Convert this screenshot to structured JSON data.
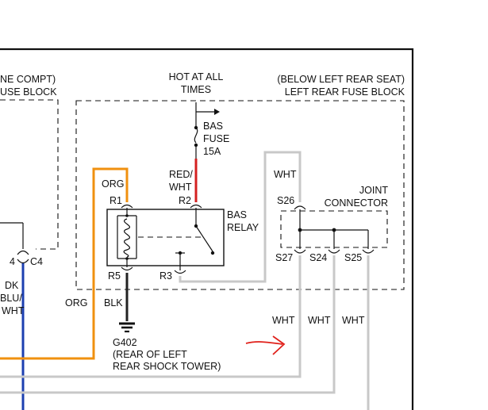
{
  "left_block": {
    "line1": "NE COMPT)",
    "line2": "USE BLOCK",
    "pin": "4",
    "connector": "C4",
    "wire_color": [
      "DK",
      "BLU/",
      "WHT"
    ]
  },
  "right_block": {
    "line1": "(BELOW LEFT REAR SEAT)",
    "line2": "LEFT REAR FUSE BLOCK"
  },
  "hot": {
    "line1": "HOT AT ALL",
    "line2": "TIMES"
  },
  "fuse": {
    "line1": "BAS",
    "line2": "FUSE",
    "line3": "15A"
  },
  "relay": {
    "line1": "BAS",
    "line2": "RELAY",
    "pins": {
      "r1": "R1",
      "r2": "R2",
      "r3": "R3",
      "r5": "R5"
    }
  },
  "wires": {
    "org_top": "ORG",
    "red_wht_1": "RED/",
    "red_wht_2": "WHT",
    "wht_r3": "WHT",
    "org_bottom": "ORG",
    "blk": "BLK",
    "wht_1": "WHT",
    "wht_2": "WHT",
    "wht_3": "WHT"
  },
  "joint": {
    "line1": "JOINT",
    "line2": "CONNECTOR",
    "pins": {
      "s26": "S26",
      "s27": "S27",
      "s24": "S24",
      "s25": "S25"
    }
  },
  "ground": {
    "id": "G402",
    "line1": "(REAR OF LEFT",
    "line2": "REAR SHOCK TOWER)"
  },
  "colors": {
    "org": "#f0900f",
    "red": "#d42020",
    "blk": "#222222",
    "blu": "#1c3fb0",
    "wht": "#c8c8c8",
    "arrow": "#e0201a"
  },
  "icons": [
    "battery-feed-arrow-icon",
    "fuse-icon",
    "relay-coil-icon",
    "relay-switch-icon",
    "ground-icon",
    "annotation-arrow-icon"
  ]
}
